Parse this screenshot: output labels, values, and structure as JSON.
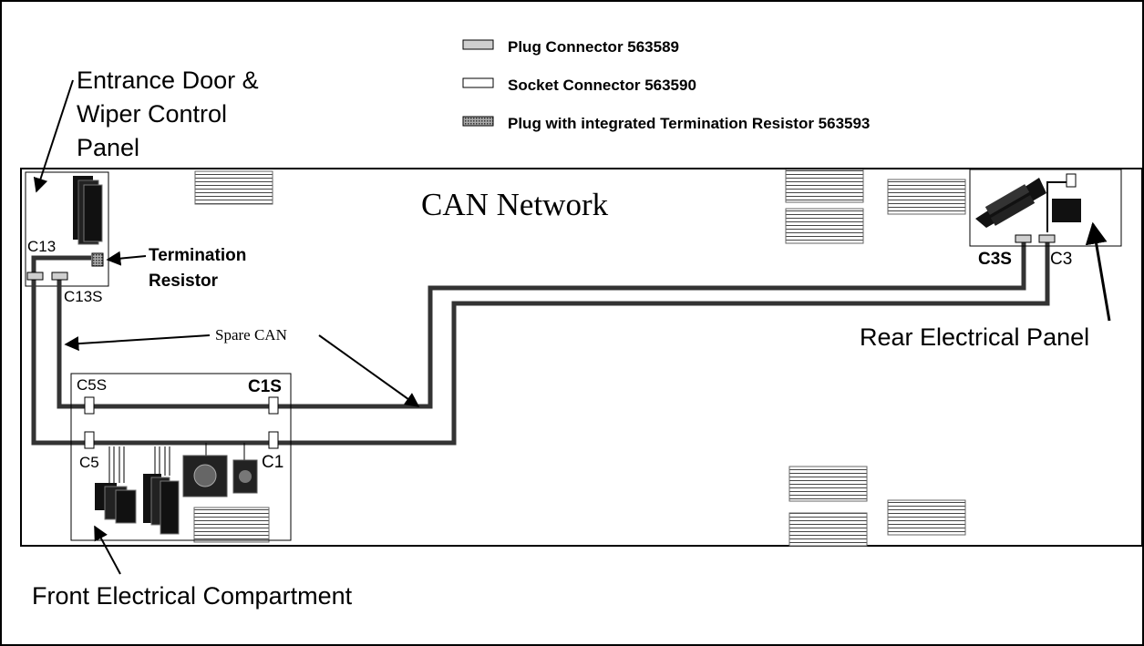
{
  "legend": {
    "plug": "Plug Connector 563589",
    "socket": "Socket Connector 563590",
    "termination_plug": "Plug with integrated Termination Resistor 563593"
  },
  "title": "CAN Network",
  "callouts": {
    "entrance_line1": "Entrance Door &",
    "entrance_line2": "Wiper Control",
    "entrance_line3": "Panel",
    "termination_line1": "Termination",
    "termination_line2": "Resistor",
    "spare_can": "Spare CAN",
    "rear_panel": "Rear Electrical Panel",
    "front_compartment": "Front Electrical Compartment"
  },
  "connectors": {
    "c13": "C13",
    "c13s": "C13S",
    "c5s": "C5S",
    "c5": "C5",
    "c1s": "C1S",
    "c1": "C1",
    "c3s": "C3S",
    "c3": "C3"
  },
  "colors": {
    "line": "#000000",
    "cable": "#333333",
    "plug_fill": "#cfcfcf",
    "socket_fill": "#ffffff",
    "termination_fill": "#777777",
    "module_fill": "#111111"
  }
}
